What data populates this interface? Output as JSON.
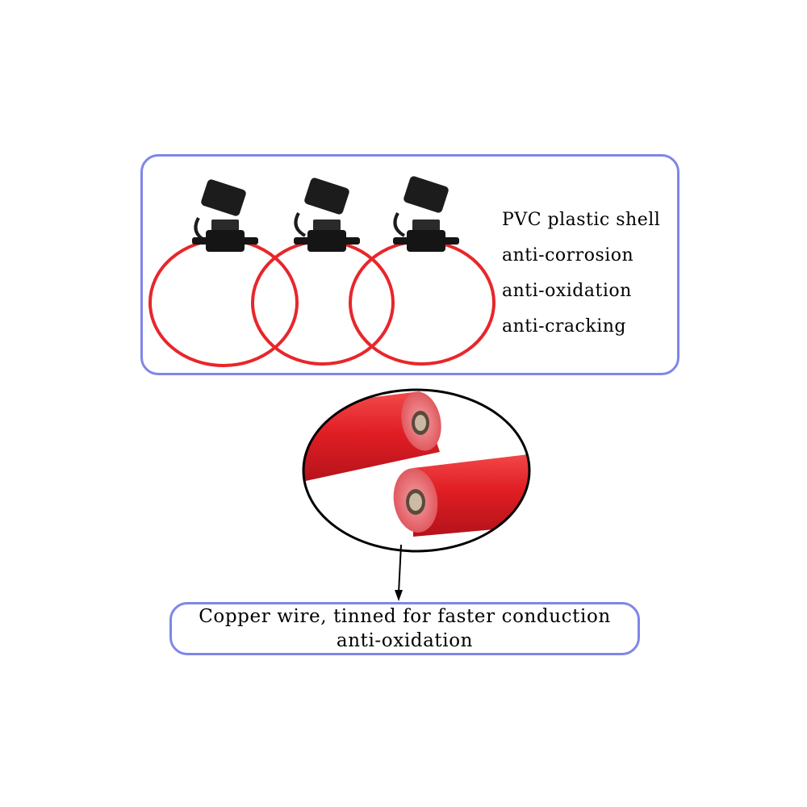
{
  "features": {
    "items": [
      "PVC plastic shell",
      "anti-corrosion",
      "anti-oxidation",
      "anti-cracking"
    ]
  },
  "caption": {
    "line1": "Copper wire, tinned for faster conduction",
    "line2": "anti-oxidation"
  },
  "colors": {
    "panel_border": "#7f86e8",
    "wire_red": "#e8262a",
    "fuse_black": "#1c1c1c"
  }
}
